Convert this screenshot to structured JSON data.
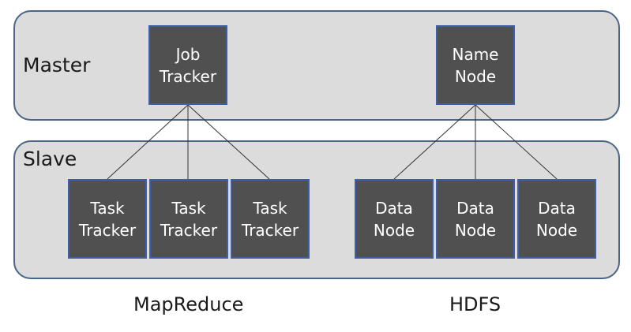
{
  "tiers": {
    "master_label": "Master",
    "slave_label": "Slave"
  },
  "mapreduce": {
    "master_node": "Job\nTracker",
    "workers": [
      "Task\nTracker",
      "Task\nTracker",
      "Task\nTracker"
    ],
    "caption": "MapReduce"
  },
  "hdfs": {
    "master_node": "Name\nNode",
    "workers": [
      "Data\nNode",
      "Data\nNode",
      "Data\nNode"
    ],
    "caption": "HDFS"
  },
  "colors": {
    "panel_fill": "#dcdcdc",
    "panel_border": "#4a6585",
    "node_fill": "#505050",
    "node_border": "#3f5fa8",
    "connector": "#333333"
  }
}
